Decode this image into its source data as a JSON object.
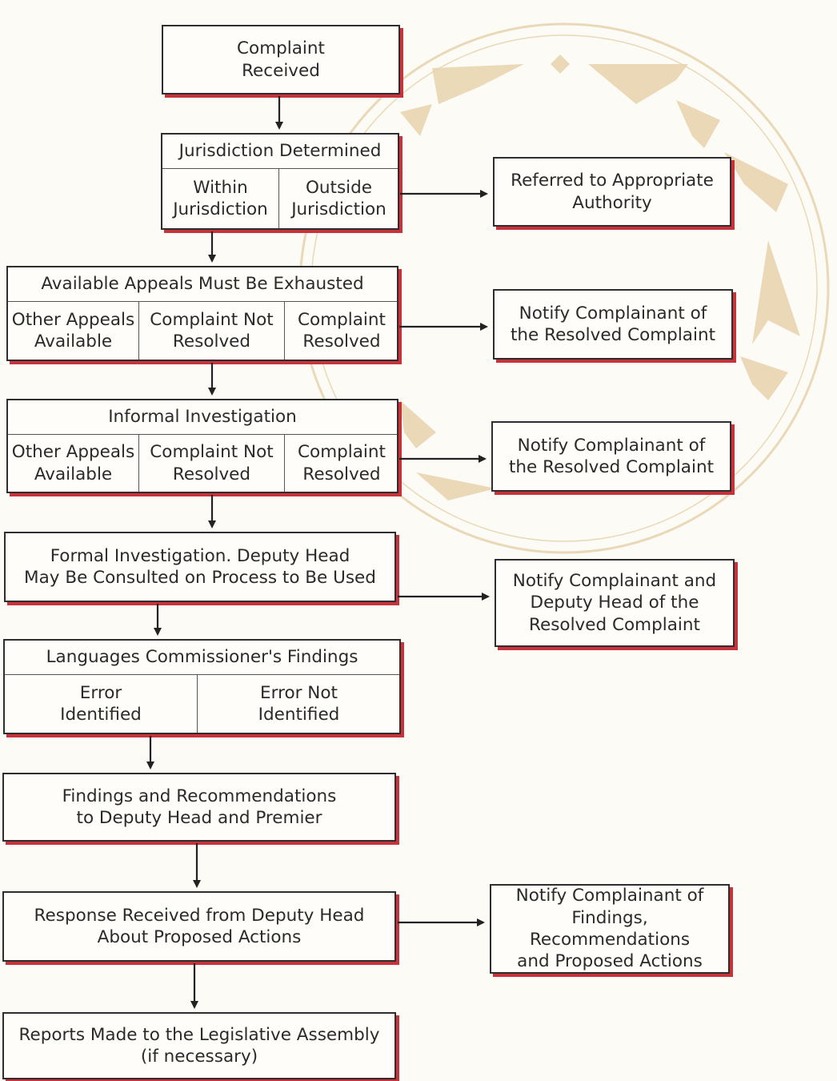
{
  "boxes": {
    "complaint_received": "Complaint\nReceived",
    "jurisdiction": {
      "header": "Jurisdiction Determined",
      "cells": [
        "Within\nJurisdiction",
        "Outside\nJurisdiction"
      ]
    },
    "appeals": {
      "header": "Available Appeals Must Be Exhausted",
      "cells": [
        "Other Appeals\nAvailable",
        "Complaint Not\nResolved",
        "Complaint\nResolved"
      ]
    },
    "informal": {
      "header": "Informal Investigation",
      "cells": [
        "Other Appeals\nAvailable",
        "Complaint Not\nResolved",
        "Complaint\nResolved"
      ]
    },
    "formal": "Formal Investigation. Deputy Head\nMay Be Consulted on Process to Be Used",
    "findings": {
      "header": "Languages Commissioner's Findings",
      "cells": [
        "Error\nIdentified",
        "Error Not\nIdentified"
      ]
    },
    "recommendations": "Findings and Recommendations\nto Deputy Head and Premier",
    "response": "Response Received from Deputy Head\nAbout Proposed Actions",
    "reports": "Reports Made to the Legislative Assembly\n(if necessary)"
  },
  "side_boxes": {
    "referred": "Referred to Appropriate\nAuthority",
    "notify_1": "Notify Complainant of\nthe Resolved Complaint",
    "notify_2": "Notify Complainant of\nthe Resolved Complaint",
    "notify_deputy": "Notify Complainant and\nDeputy Head of the\nResolved Complaint",
    "notify_findings": "Notify Complainant of\nFindings, Recommendations\nand Proposed Actions"
  },
  "colors": {
    "box_border": "#2e2e2e",
    "box_shadow": "#c8323a",
    "emblem": "#e7d3ad",
    "arrow": "#222222"
  }
}
